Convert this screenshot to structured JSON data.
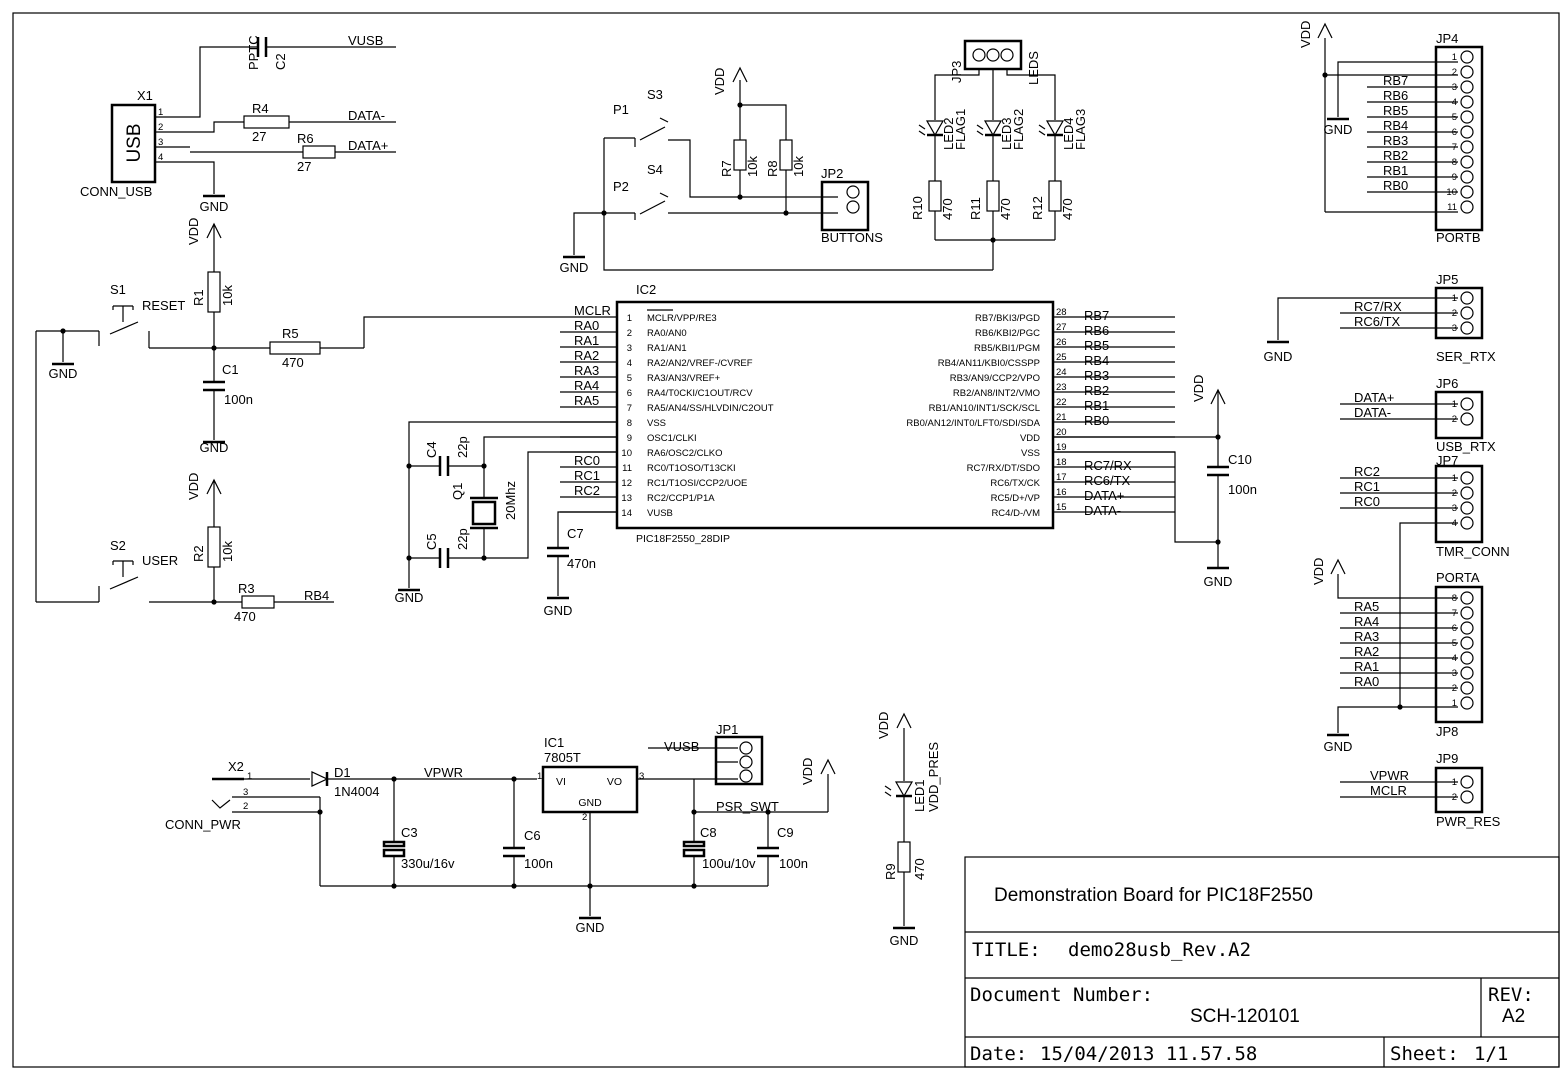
{
  "title_block": {
    "description": "Demonstration Board for PIC18F2550",
    "title_label": "TITLE:",
    "title_value": "demo28usb_Rev.A2",
    "docnum_label": "Document Number:",
    "docnum_value": "SCH-120101",
    "rev_label": "REV:",
    "rev_value": "A2",
    "date_label": "Date:",
    "date_value": "15/04/2013 11.57.58",
    "sheet_label": "Sheet:",
    "sheet_value": "1/1"
  },
  "ic2": {
    "ref": "IC2",
    "value": "PIC18F2550_28DIP",
    "left_pins": [
      {
        "num": "1",
        "name": "MCLR/VPP/RE3",
        "net": "MCLR"
      },
      {
        "num": "2",
        "name": "RA0/AN0",
        "net": "RA0"
      },
      {
        "num": "3",
        "name": "RA1/AN1",
        "net": "RA1"
      },
      {
        "num": "4",
        "name": "RA2/AN2/VREF-/CVREF",
        "net": "RA2"
      },
      {
        "num": "5",
        "name": "RA3/AN3/VREF+",
        "net": "RA3"
      },
      {
        "num": "6",
        "name": "RA4/T0CKI/C1OUT/RCV",
        "net": "RA4"
      },
      {
        "num": "7",
        "name": "RA5/AN4/SS/HLVDIN/C2OUT",
        "net": "RA5"
      },
      {
        "num": "8",
        "name": "VSS",
        "net": ""
      },
      {
        "num": "9",
        "name": "OSC1/CLKI",
        "net": ""
      },
      {
        "num": "10",
        "name": "RA6/OSC2/CLKO",
        "net": ""
      },
      {
        "num": "11",
        "name": "RC0/T1OSO/T13CKI",
        "net": "RC0"
      },
      {
        "num": "12",
        "name": "RC1/T1OSI/CCP2/UOE",
        "net": "RC1"
      },
      {
        "num": "13",
        "name": "RC2/CCP1/P1A",
        "net": "RC2"
      },
      {
        "num": "14",
        "name": "VUSB",
        "net": ""
      }
    ],
    "right_pins": [
      {
        "num": "28",
        "name": "RB7/BKI3/PGD",
        "net": "RB7"
      },
      {
        "num": "27",
        "name": "RB6/KBI2/PGC",
        "net": "RB6"
      },
      {
        "num": "26",
        "name": "RB5/KBI1/PGM",
        "net": "RB5"
      },
      {
        "num": "25",
        "name": "RB4/AN11/KBI0/CSSPP",
        "net": "RB4"
      },
      {
        "num": "24",
        "name": "RB3/AN9/CCP2/VPO",
        "net": "RB3"
      },
      {
        "num": "23",
        "name": "RB2/AN8/INT2/VMO",
        "net": "RB2"
      },
      {
        "num": "22",
        "name": "RB1/AN10/INT1/SCK/SCL",
        "net": "RB1"
      },
      {
        "num": "21",
        "name": "RB0/AN12/INT0/LFT0/SDI/SDA",
        "net": "RB0"
      },
      {
        "num": "20",
        "name": "VDD",
        "net": ""
      },
      {
        "num": "19",
        "name": "VSS",
        "net": ""
      },
      {
        "num": "18",
        "name": "RC7/RX/DT/SDO",
        "net": "RC7/RX"
      },
      {
        "num": "17",
        "name": "RC6/TX/CK",
        "net": "RC6/TX"
      },
      {
        "num": "16",
        "name": "RC5/D+/VP",
        "net": "DATA+"
      },
      {
        "num": "15",
        "name": "RC4/D-/VM",
        "net": "DATA-"
      }
    ]
  },
  "ic1": {
    "ref": "IC1",
    "value": "7805T",
    "vi": "VI",
    "vo": "VO",
    "gnd": "GND",
    "pin_in": "1",
    "pin_gnd": "2",
    "pin_out": "3"
  },
  "usb": {
    "ref": "X1",
    "body": "USB",
    "value": "CONN_USB",
    "pins": [
      "1",
      "2",
      "3",
      "4"
    ],
    "c2": {
      "ref": "C2",
      "value": "PPTC"
    },
    "r4": {
      "ref": "R4",
      "value": "27"
    },
    "r6": {
      "ref": "R6",
      "value": "27"
    },
    "nets": {
      "vusb": "VUSB",
      "dminus": "DATA-",
      "dplus": "DATA+"
    }
  },
  "reset": {
    "s1": {
      "ref": "S1",
      "label": "RESET"
    },
    "r1": {
      "ref": "R1",
      "value": "10k"
    },
    "r5": {
      "ref": "R5",
      "value": "470"
    },
    "c1": {
      "ref": "C1",
      "value": "100n"
    }
  },
  "user": {
    "s2": {
      "ref": "S2",
      "label": "USER"
    },
    "r2": {
      "ref": "R2",
      "value": "10k"
    },
    "r3": {
      "ref": "R3",
      "value": "470"
    },
    "net": "RB4"
  },
  "osc": {
    "c4": {
      "ref": "C4",
      "value": "22p"
    },
    "c5": {
      "ref": "C5",
      "value": "22p"
    },
    "q1": {
      "ref": "Q1",
      "value": "20Mhz"
    },
    "c7": {
      "ref": "C7",
      "value": "470n"
    }
  },
  "buttons": {
    "p1": "P1",
    "s3": "S3",
    "p2": "P2",
    "s4": "S4",
    "r7": {
      "ref": "R7",
      "value": "10k"
    },
    "r8": {
      "ref": "R8",
      "value": "10k"
    },
    "jp2": {
      "ref": "JP2",
      "value": "BUTTONS"
    }
  },
  "leds": {
    "jp3": {
      "ref": "JP3",
      "value": "LEDS"
    },
    "items": [
      {
        "led": "LED2",
        "flag": "FLAG1",
        "r": "R10",
        "rv": "470"
      },
      {
        "led": "LED3",
        "flag": "FLAG2",
        "r": "R11",
        "rv": "470"
      },
      {
        "led": "LED4",
        "flag": "FLAG3",
        "r": "R12",
        "rv": "470"
      }
    ]
  },
  "c10": {
    "ref": "C10",
    "value": "100n"
  },
  "power": {
    "x2": "X2",
    "conn": "CONN_PWR",
    "d1": {
      "ref": "D1",
      "value": "1N4004"
    },
    "vpwr": "VPWR",
    "c3": {
      "ref": "C3",
      "value": "330u/16v"
    },
    "c6": {
      "ref": "C6",
      "value": "100n"
    },
    "c8": {
      "ref": "C8",
      "value": "100u/10v"
    },
    "c9": {
      "ref": "C9",
      "value": "100n"
    },
    "jp1": {
      "ref": "JP1",
      "value": "PSR_SWT"
    },
    "vusb": "VUSB"
  },
  "led1": {
    "ref": "LED1",
    "label": "VDD_PRES",
    "r9": "R9",
    "r9v": "470"
  },
  "headers": {
    "jp4": {
      "ref": "JP4",
      "value": "PORTB",
      "pins": [
        "1",
        "2",
        "3",
        "4",
        "5",
        "6",
        "7",
        "8",
        "9",
        "10",
        "11"
      ],
      "nets": [
        "",
        "",
        "RB7",
        "RB6",
        "RB5",
        "RB4",
        "RB3",
        "RB2",
        "RB1",
        "RB0",
        ""
      ]
    },
    "jp5": {
      "ref": "JP5",
      "value": "SER_RTX",
      "pins": [
        "1",
        "2",
        "3"
      ],
      "nets": [
        "",
        "RC7/RX",
        "RC6/TX"
      ]
    },
    "jp6": {
      "ref": "JP6",
      "value": "USB_RTX",
      "pins": [
        "1",
        "2"
      ],
      "nets": [
        "DATA+",
        "DATA-"
      ]
    },
    "jp7": {
      "ref": "JP7",
      "value": "TMR_CONN",
      "pins": [
        "1",
        "2",
        "3",
        "4"
      ],
      "nets": [
        "RC2",
        "RC1",
        "RC0",
        ""
      ]
    },
    "jp8": {
      "ref": "JP8",
      "value": "PORTA",
      "pins": [
        "8",
        "7",
        "6",
        "5",
        "4",
        "3",
        "2",
        "1"
      ],
      "nets": [
        "",
        "RA5",
        "RA4",
        "RA3",
        "RA2",
        "RA1",
        "RA0",
        ""
      ]
    },
    "jp9": {
      "ref": "JP9",
      "value": "PWR_RES",
      "pins": [
        "1",
        "2"
      ],
      "nets": [
        "VPWR",
        "MCLR"
      ]
    }
  },
  "supply": {
    "vdd": "VDD",
    "gnd": "GND"
  }
}
